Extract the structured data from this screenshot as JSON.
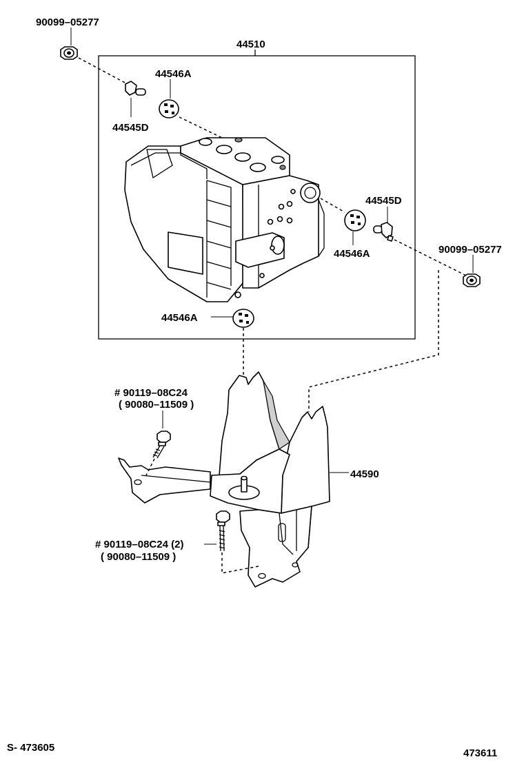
{
  "labels": {
    "bolt_top_left": "90099–05277",
    "assembly": "44510",
    "bush_top": "44546A",
    "stud_top": "44545D",
    "stud_right": "44545D",
    "bush_right": "44546A",
    "bolt_right": "90099–05277",
    "bush_bottom": "44546A",
    "bolt_upper_main": "# 90119–08C24",
    "bolt_upper_alt": "( 90080–11509 )",
    "bracket": "44590",
    "bolt_lower_main": "# 90119–08C24 (2)",
    "bolt_lower_alt": "( 90080–11509 )"
  },
  "footer": {
    "left_ref": "S- 473605",
    "right_ref": "473611"
  }
}
